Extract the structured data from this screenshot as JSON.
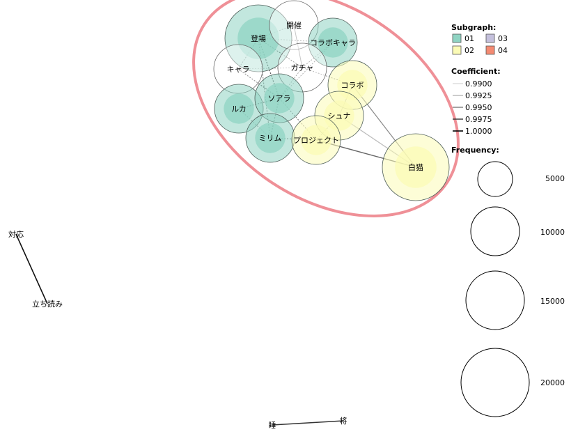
{
  "colors": {
    "group01": "#8fd4c3",
    "group02": "#fbfbb6",
    "group03": "#c4c0dc",
    "group04": "#f48a72",
    "highlight": "#ee8a91"
  },
  "nodes": [
    {
      "id": "touzyou",
      "label": "登場",
      "group": "01"
    },
    {
      "id": "kaisai",
      "label": "開催",
      "group": "none"
    },
    {
      "id": "collabochara",
      "label": "コラボキャラ",
      "group": "01"
    },
    {
      "id": "chara",
      "label": "キャラ",
      "group": "none"
    },
    {
      "id": "gacha",
      "label": "ガチャ",
      "group": "none"
    },
    {
      "id": "collabo",
      "label": "コラボ",
      "group": "02"
    },
    {
      "id": "ruka",
      "label": "ルカ",
      "group": "01"
    },
    {
      "id": "soara",
      "label": "ソアラ",
      "group": "01"
    },
    {
      "id": "shuna",
      "label": "シュナ",
      "group": "02"
    },
    {
      "id": "mirimu",
      "label": "ミリム",
      "group": "01"
    },
    {
      "id": "project",
      "label": "プロジェクト",
      "group": "02"
    },
    {
      "id": "shironeko",
      "label": "白猫",
      "group": "02"
    },
    {
      "id": "taiou",
      "label": "対応",
      "group": "none"
    },
    {
      "id": "tachiyomi",
      "label": "立ち読み",
      "group": "none"
    },
    {
      "id": "nemui",
      "label": "睡",
      "group": "none"
    },
    {
      "id": "shou",
      "label": "将",
      "group": "none"
    }
  ],
  "legend": {
    "subgraph_title": "Subgraph:",
    "subgraph_items": [
      "01",
      "02",
      "03",
      "04"
    ],
    "coefficient_title": "Coefficient:",
    "coefficient_items": [
      "0.9900",
      "0.9925",
      "0.9950",
      "0.9975",
      "1.0000"
    ],
    "frequency_title": "Frequency:",
    "frequency_items": [
      "5000",
      "10000",
      "15000",
      "20000"
    ]
  }
}
